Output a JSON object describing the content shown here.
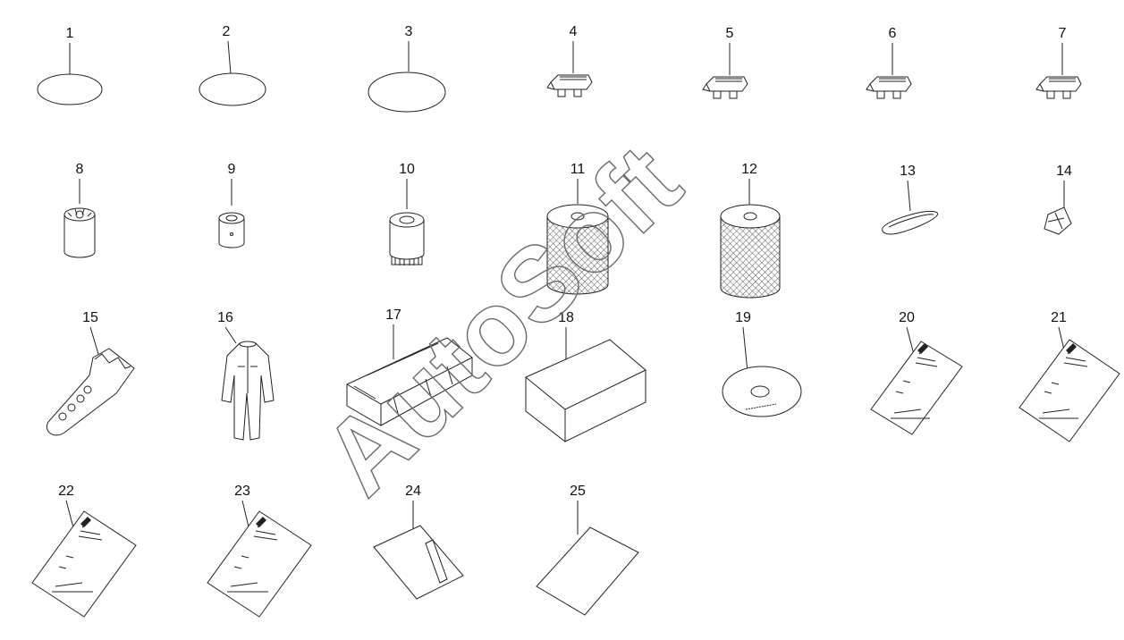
{
  "diagram": {
    "watermark": "AutoSoft",
    "parts": [
      {
        "number": "1",
        "icon": "round-label-icon"
      },
      {
        "number": "2",
        "icon": "round-label-icon"
      },
      {
        "number": "3",
        "icon": "round-label-icon"
      },
      {
        "number": "4",
        "icon": "blade-fuse-icon"
      },
      {
        "number": "5",
        "icon": "blade-fuse-icon"
      },
      {
        "number": "6",
        "icon": "blade-fuse-icon"
      },
      {
        "number": "7",
        "icon": "blade-fuse-icon"
      },
      {
        "number": "8",
        "icon": "oil-filter-icon"
      },
      {
        "number": "9",
        "icon": "fuel-filter-icon"
      },
      {
        "number": "10",
        "icon": "filter-element-icon"
      },
      {
        "number": "11",
        "icon": "air-filter-icon"
      },
      {
        "number": "12",
        "icon": "air-filter-icon"
      },
      {
        "number": "13",
        "icon": "drive-belt-icon"
      },
      {
        "number": "14",
        "icon": "small-part-icon"
      },
      {
        "number": "15",
        "icon": "flashlight-icon"
      },
      {
        "number": "16",
        "icon": "coverall-icon"
      },
      {
        "number": "17",
        "icon": "tool-case-icon"
      },
      {
        "number": "18",
        "icon": "box-icon"
      },
      {
        "number": "19",
        "icon": "cd-icon"
      },
      {
        "number": "20",
        "icon": "manual-icon"
      },
      {
        "number": "21",
        "icon": "manual-icon"
      },
      {
        "number": "22",
        "icon": "manual-icon"
      },
      {
        "number": "23",
        "icon": "manual-icon"
      },
      {
        "number": "24",
        "icon": "folder-icon"
      },
      {
        "number": "25",
        "icon": "booklet-icon"
      }
    ]
  }
}
